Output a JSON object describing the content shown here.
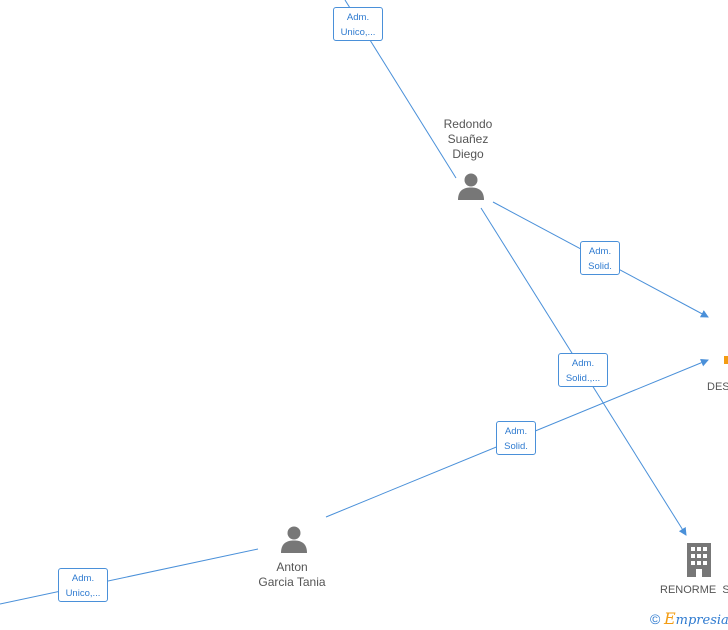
{
  "persons": [
    {
      "name_lines": [
        "Redondo",
        "Suañez",
        "Diego"
      ]
    },
    {
      "name_lines": [
        "Anton",
        "Garcia Tania"
      ]
    }
  ],
  "companies": [
    {
      "name": "RENORME  S"
    },
    {
      "name": "DES"
    }
  ],
  "edge_labels": [
    {
      "lines": [
        "Adm.",
        "Unico,..."
      ]
    },
    {
      "lines": [
        "Adm.",
        "Solid."
      ]
    },
    {
      "lines": [
        "Adm.",
        "Solid.,..."
      ]
    },
    {
      "lines": [
        "Adm.",
        "Solid."
      ]
    },
    {
      "lines": [
        "Adm.",
        "Unico,..."
      ]
    }
  ],
  "watermark": {
    "copyright": "©",
    "brand_first": "E",
    "brand_rest": "mpresia"
  },
  "colors": {
    "edge": "#4a90d9",
    "node_icon": "#777777",
    "label_text": "#2f7bd0",
    "brand_accent": "#f39c12"
  }
}
